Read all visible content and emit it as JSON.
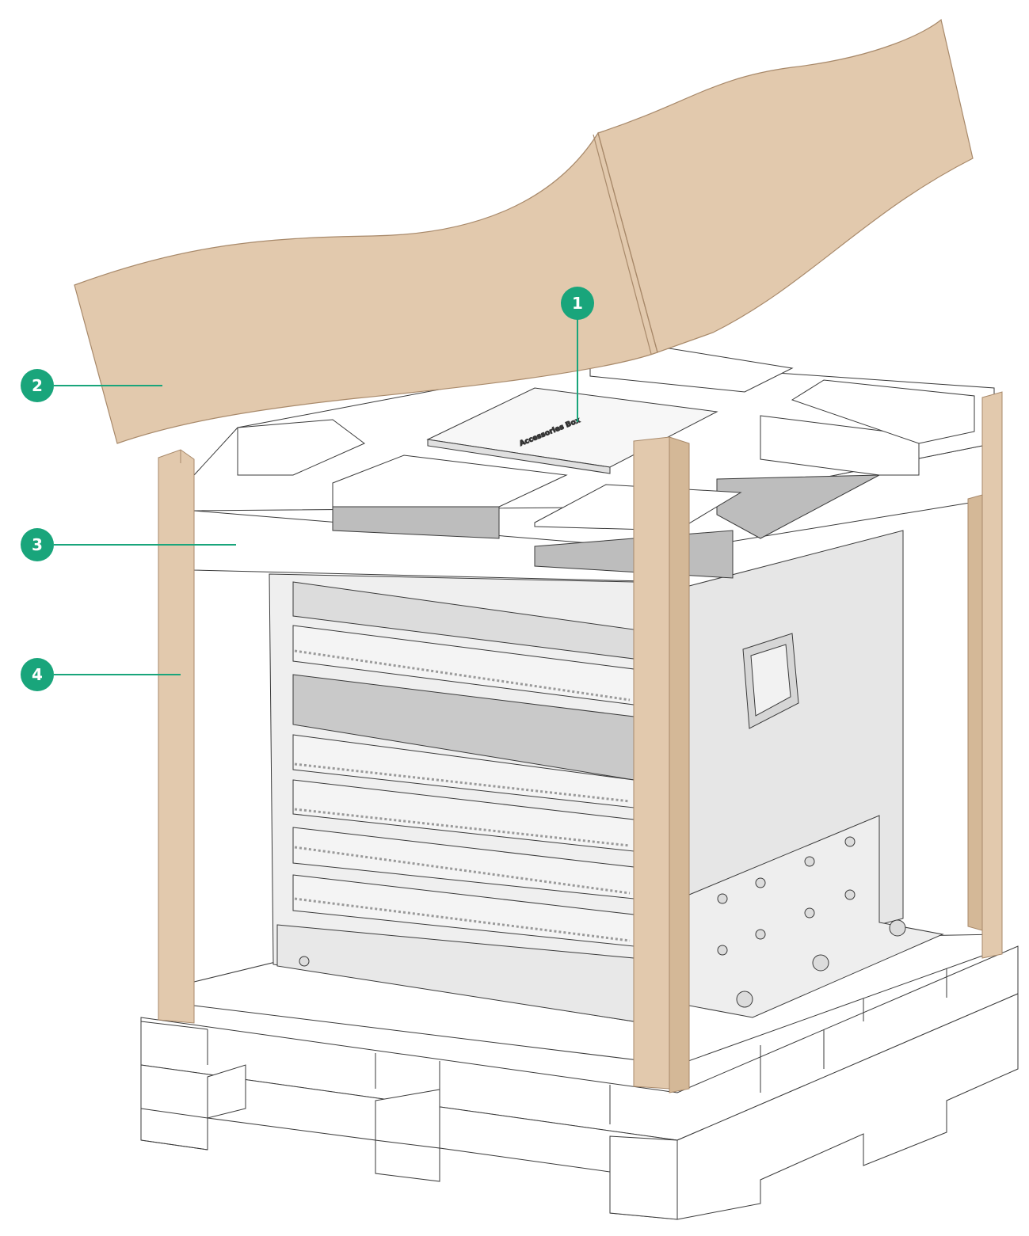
{
  "figure": {
    "callouts": [
      {
        "number": "1"
      },
      {
        "number": "2"
      },
      {
        "number": "3"
      },
      {
        "number": "4"
      }
    ],
    "accessory_box_label": "Accessories Box",
    "colors": {
      "callout": "#19a57b",
      "cardboard": "#e2c9ad",
      "cardboard_edge": "#c9ad8e",
      "foam": "#ffffff",
      "foam_cavity": "#bdbdbd",
      "chassis": "#e6e6e6",
      "line": "#3a3a3a"
    }
  }
}
